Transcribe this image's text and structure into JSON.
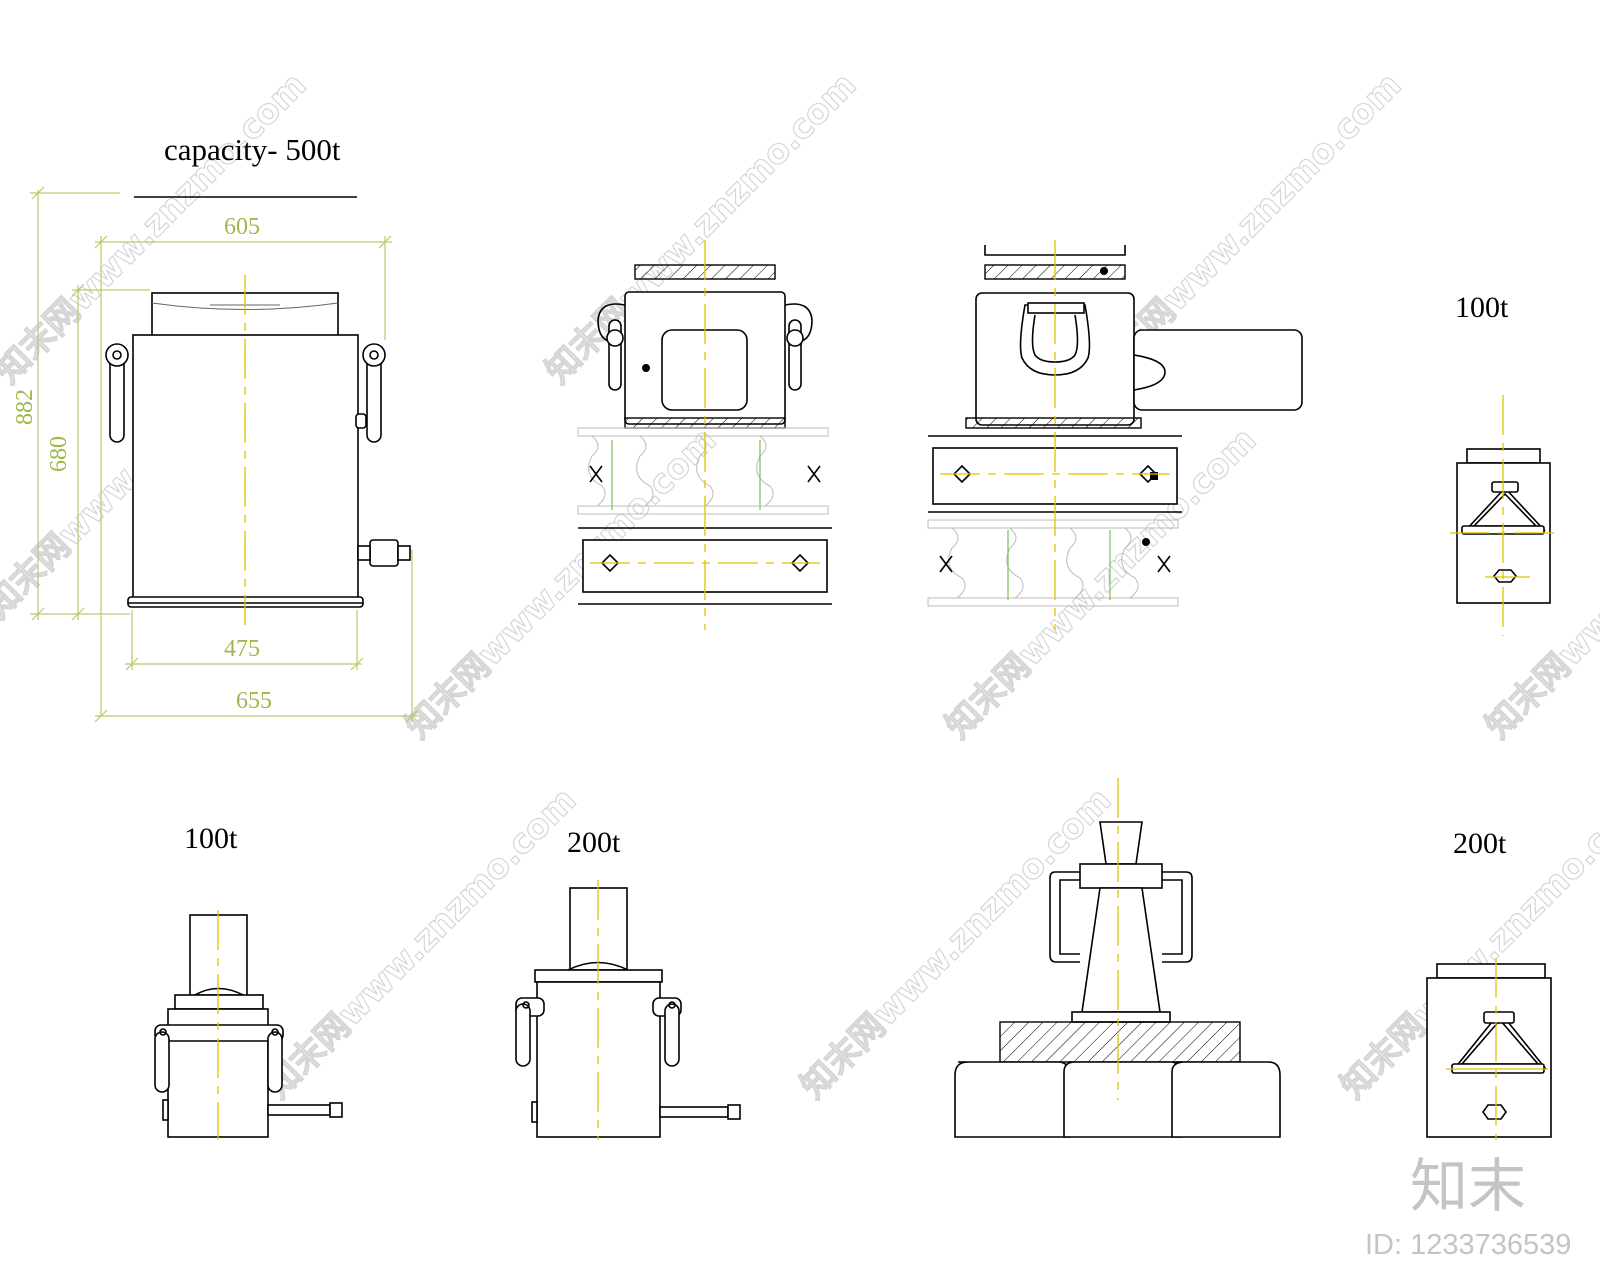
{
  "labels": {
    "capacity_main": "capacity- 500t",
    "view_100t_right": "100t",
    "view_100t_bottom": "100t",
    "view_200t_bottom": "200t",
    "view_200t_right": "200t"
  },
  "dimensions": {
    "top_width": "605",
    "total_height": "882",
    "body_height": "680",
    "base_width": "475",
    "overall_width": "655"
  },
  "watermark": {
    "text": "知末网www.znzmo.com",
    "logo": "知末",
    "id": "ID: 1233736539"
  },
  "colors": {
    "outline": "#000000",
    "centerline": "#e0c200",
    "dimension": "#9fb84a",
    "watermark": "#c4c4c4"
  }
}
